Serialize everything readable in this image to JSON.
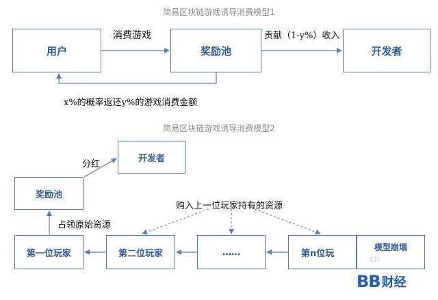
{
  "model1": {
    "title": "简易区块链游戏诱导消费模型1",
    "nodes": {
      "user": "用户",
      "pool": "奖励池",
      "dev": "开发者"
    },
    "edges": {
      "user_to_pool": "消费游戏",
      "pool_to_dev": "贡献（1-y%）收入",
      "pool_to_user": "x%的概率返还y%的游戏消费金额"
    }
  },
  "model2": {
    "title": "简易区块链游戏诱导消费模型2",
    "nodes": {
      "dev": "开发者",
      "pool": "奖励池",
      "player1": "第一位玩家",
      "player2": "第二位玩家",
      "ellipsis": "……",
      "playerN": "第n位玩",
      "collapse": "模型崩塌"
    },
    "edges": {
      "dividend": "分红",
      "occupy": "占领原始资源",
      "buy": "购入上一位玩家持有的资源"
    }
  },
  "branding": {
    "logo_bb": "BB",
    "logo_cj": "财经",
    "watermark_fragment": "ch"
  },
  "colors": {
    "box_border": "#4a7cb7",
    "box_text": "#2f5e95",
    "arrow": "#5a7fb0",
    "logo": "#1f5fb3"
  }
}
